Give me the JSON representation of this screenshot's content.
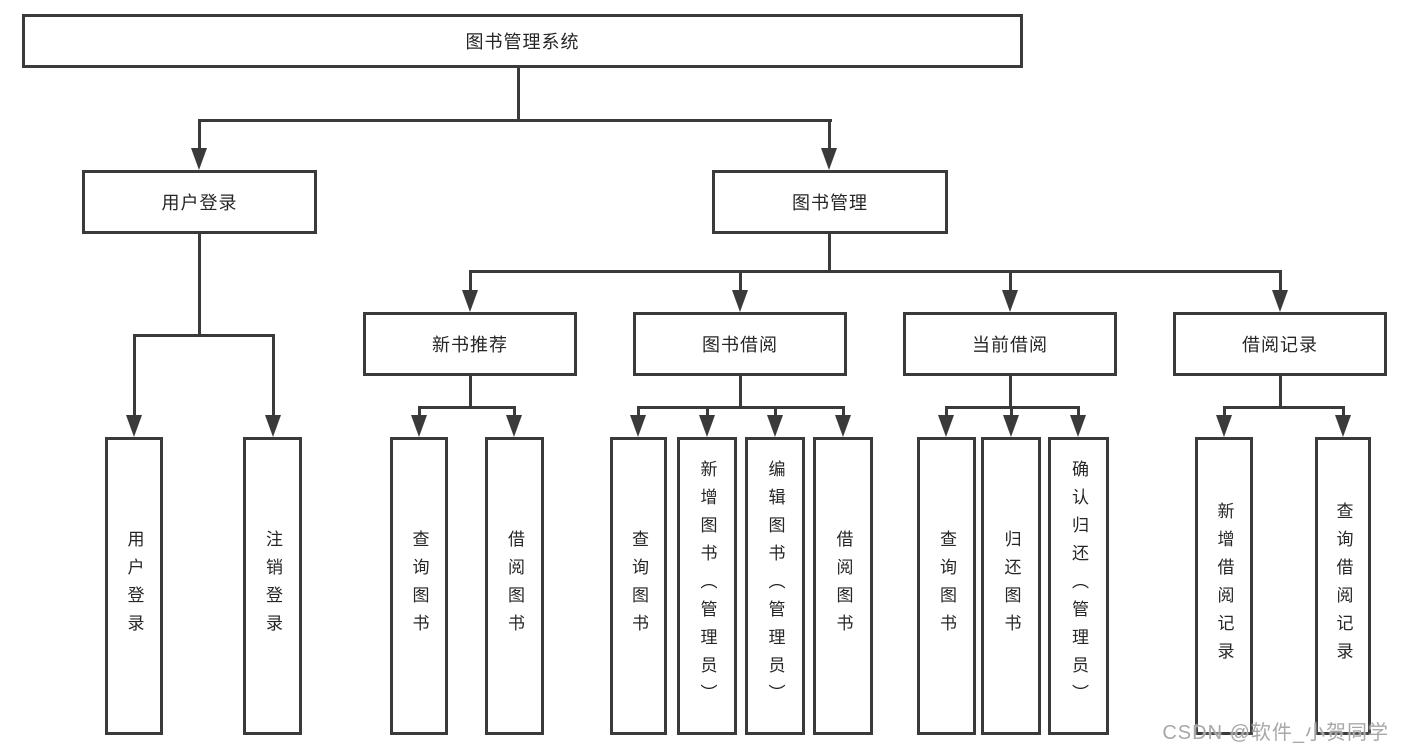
{
  "diagram": {
    "root": {
      "label": "图书管理系统"
    },
    "branches": [
      {
        "label": "用户登录",
        "children": [
          {
            "label": "用户登录"
          },
          {
            "label": "注销登录"
          }
        ]
      },
      {
        "label": "图书管理",
        "groups": [
          {
            "label": "新书推荐",
            "children": [
              {
                "label": "查询图书"
              },
              {
                "label": "借阅图书"
              }
            ]
          },
          {
            "label": "图书借阅",
            "children": [
              {
                "label": "查询图书"
              },
              {
                "label": "新增图书（管理员）"
              },
              {
                "label": "编辑图书（管理员）"
              },
              {
                "label": "借阅图书"
              }
            ]
          },
          {
            "label": "当前借阅",
            "children": [
              {
                "label": "查询图书"
              },
              {
                "label": "归还图书"
              },
              {
                "label": "确认归还（管理员）"
              }
            ]
          },
          {
            "label": "借阅记录",
            "children": [
              {
                "label": "新增借阅记录"
              },
              {
                "label": "查询借阅记录"
              }
            ]
          }
        ]
      }
    ]
  },
  "watermark": {
    "text": "CSDN @软件_小贺同学"
  },
  "colors": {
    "line": "#3a3a3a",
    "box_border": "#3a3a3a",
    "text": "#262626",
    "watermark_text": "#a8a8a8",
    "background": "#ffffff"
  }
}
